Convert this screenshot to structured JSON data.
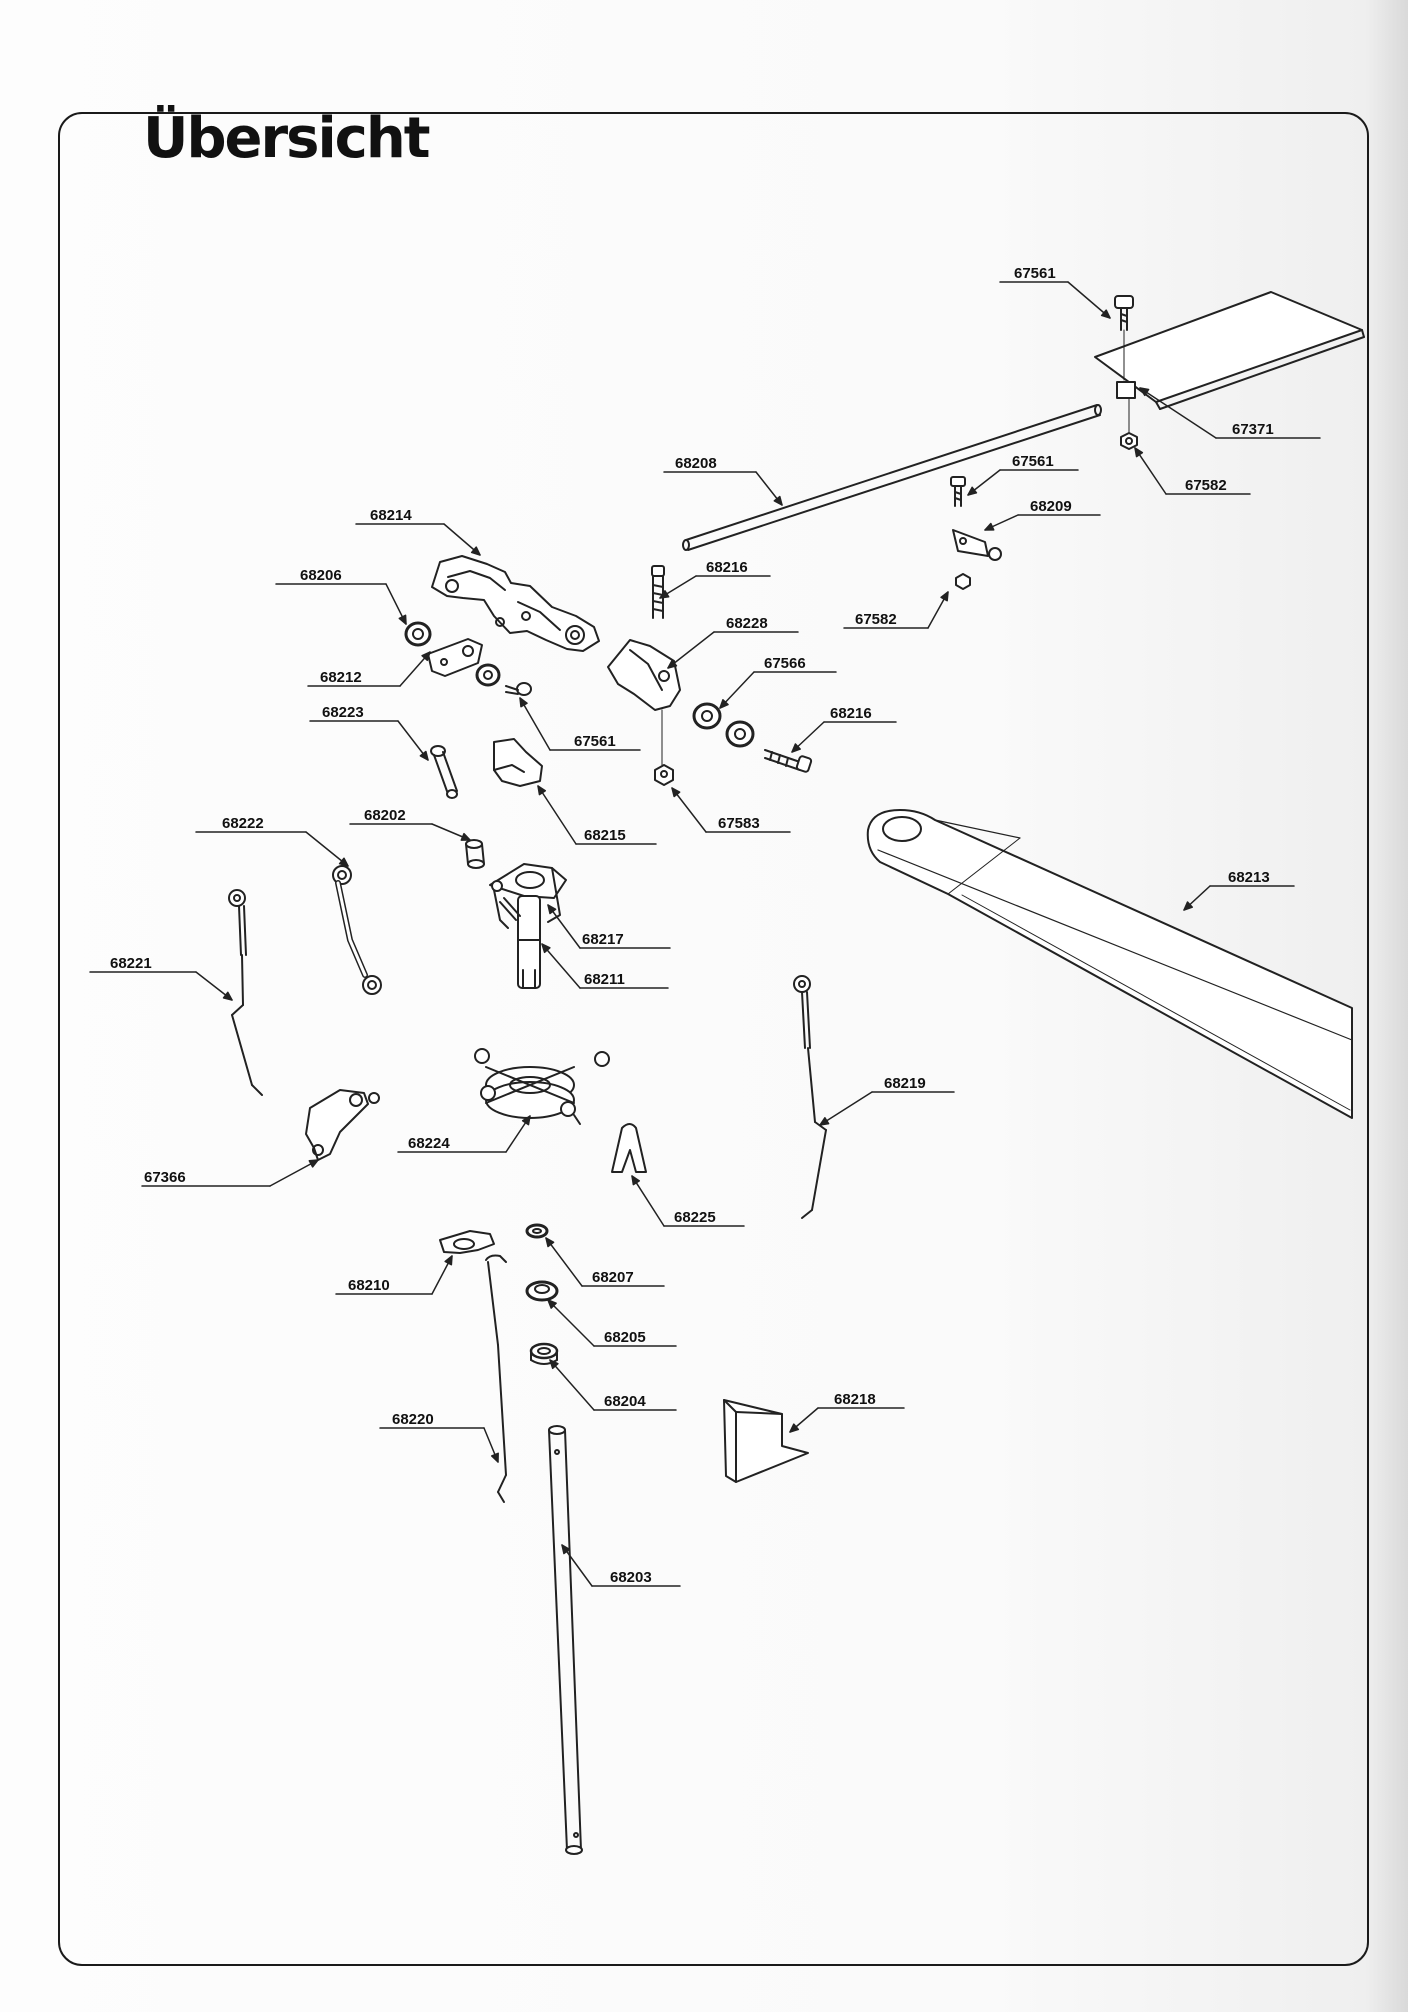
{
  "title": "Übersicht",
  "parts": [
    {
      "id": "67561",
      "icon": "screw-icon"
    },
    {
      "id": "67371",
      "icon": "paddle-icon"
    },
    {
      "id": "67582",
      "icon": "nut-icon"
    },
    {
      "id": "68208",
      "icon": "flybar-rod-icon"
    },
    {
      "id": "67561",
      "icon": "screw-icon"
    },
    {
      "id": "68209",
      "icon": "ball-link-icon"
    },
    {
      "id": "68214",
      "icon": "rotor-head-icon"
    },
    {
      "id": "68216",
      "icon": "bolt-icon"
    },
    {
      "id": "68206",
      "icon": "bearing-icon"
    },
    {
      "id": "67582",
      "icon": "nut-icon"
    },
    {
      "id": "68228",
      "icon": "blade-grip-icon"
    },
    {
      "id": "68212",
      "icon": "plate-icon"
    },
    {
      "id": "67566",
      "icon": "bearing-icon"
    },
    {
      "id": "68223",
      "icon": "pin-icon"
    },
    {
      "id": "67561",
      "icon": "screw-icon"
    },
    {
      "id": "68216",
      "icon": "bolt-icon"
    },
    {
      "id": "68215",
      "icon": "clip-icon"
    },
    {
      "id": "67583",
      "icon": "nut-icon"
    },
    {
      "id": "68222",
      "icon": "link-rod-icon"
    },
    {
      "id": "68202",
      "icon": "bushing-icon"
    },
    {
      "id": "68213",
      "icon": "rotor-blade-icon"
    },
    {
      "id": "68217",
      "icon": "seesaw-icon"
    },
    {
      "id": "68211",
      "icon": "hub-icon"
    },
    {
      "id": "68221",
      "icon": "pushrod-icon"
    },
    {
      "id": "68219",
      "icon": "pushrod-icon"
    },
    {
      "id": "68224",
      "icon": "swashplate-icon"
    },
    {
      "id": "67366",
      "icon": "bellcrank-icon"
    },
    {
      "id": "68225",
      "icon": "guide-icon"
    },
    {
      "id": "68207",
      "icon": "washer-icon"
    },
    {
      "id": "68210",
      "icon": "collar-icon"
    },
    {
      "id": "68205",
      "icon": "bearing-icon"
    },
    {
      "id": "68204",
      "icon": "collar-icon"
    },
    {
      "id": "68218",
      "icon": "bracket-icon"
    },
    {
      "id": "68220",
      "icon": "pushrod-icon"
    },
    {
      "id": "68203",
      "icon": "main-shaft-icon"
    }
  ]
}
